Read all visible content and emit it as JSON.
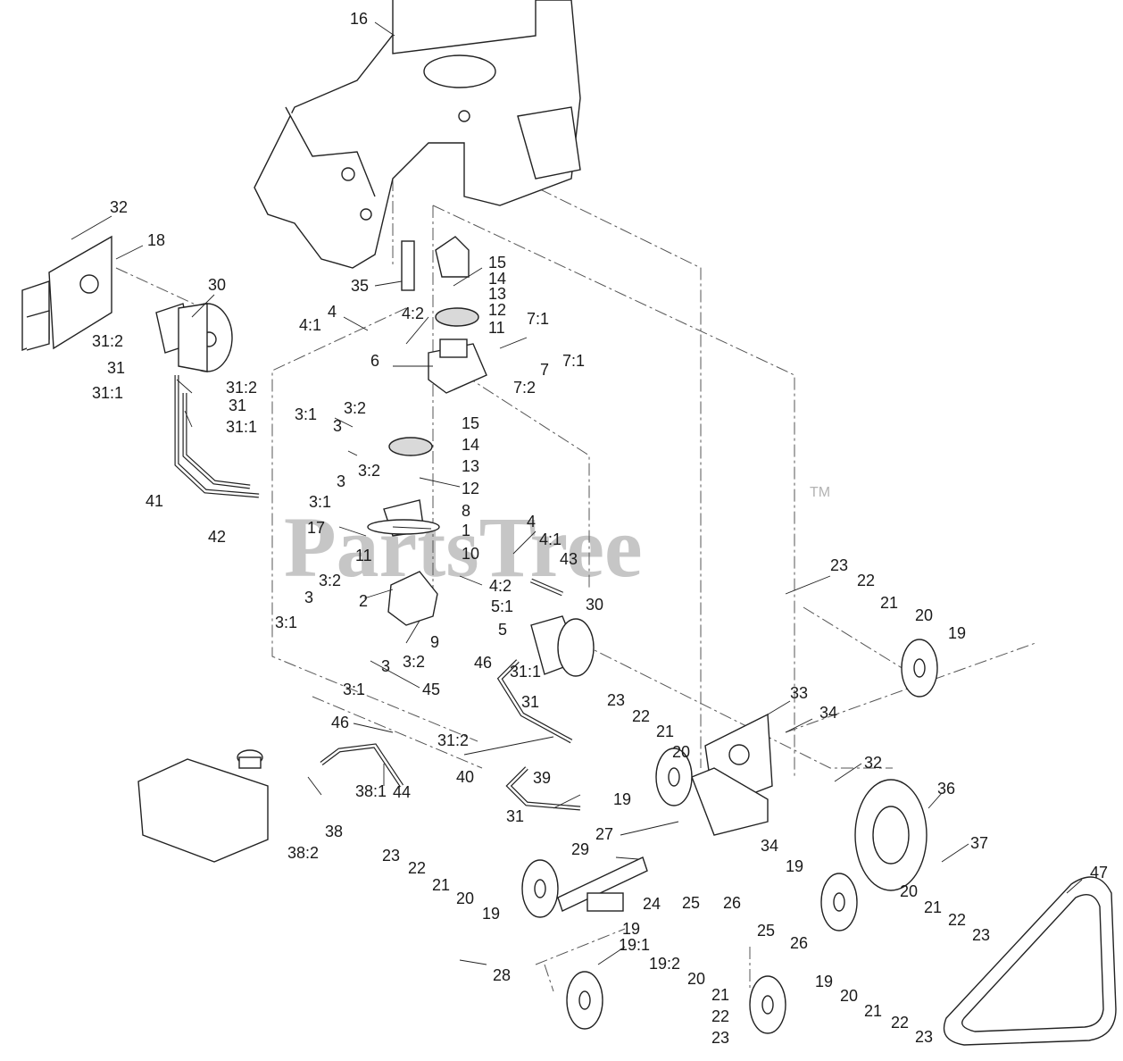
{
  "watermark": {
    "text": "PartsTree",
    "trademark": "TM"
  },
  "callouts": [
    "16",
    "32",
    "18",
    "30",
    "35",
    "15",
    "14",
    "13",
    "12",
    "11",
    "4:2",
    "4:1",
    "4",
    "7:1",
    "7",
    "7:1",
    "6",
    "7:2",
    "31:2",
    "31",
    "31:2",
    "31:1",
    "31",
    "31:1",
    "3:2",
    "3",
    "3:1",
    "15",
    "14",
    "13",
    "3:2",
    "3",
    "3:1",
    "12",
    "8",
    "41",
    "42",
    "17",
    "1",
    "11",
    "10",
    "4",
    "4:1",
    "43",
    "4:2",
    "3:2",
    "3",
    "3:1",
    "2",
    "5:1",
    "5",
    "9",
    "3",
    "3:2",
    "46",
    "3:1",
    "45",
    "30",
    "31:1",
    "31",
    "46",
    "31:2",
    "39",
    "40",
    "44",
    "38:1",
    "38",
    "38:2",
    "31",
    "23",
    "22",
    "21",
    "20",
    "19",
    "33",
    "34",
    "32",
    "23",
    "22",
    "21",
    "20",
    "19",
    "36",
    "37",
    "27",
    "34",
    "29",
    "23",
    "22",
    "21",
    "20",
    "19",
    "24",
    "25",
    "26",
    "19",
    "20",
    "21",
    "22",
    "23",
    "25",
    "26",
    "19",
    "19:1",
    "19:2",
    "20",
    "21",
    "22",
    "23",
    "28",
    "19",
    "20",
    "21",
    "22",
    "23",
    "47"
  ]
}
